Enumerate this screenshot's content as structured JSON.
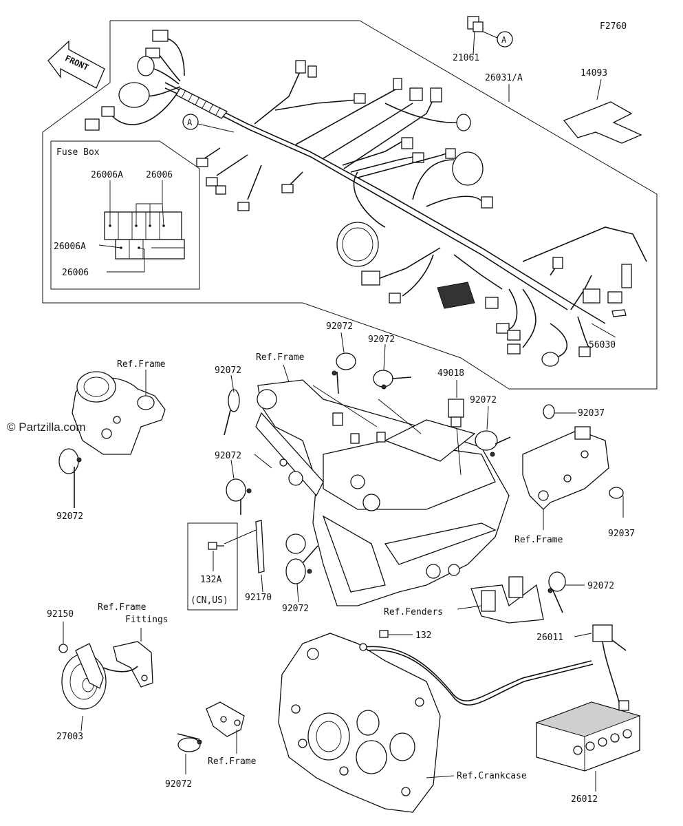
{
  "figure_code": "F2760",
  "watermark": "© Partzilla.com",
  "front_arrow": "FRONT",
  "fuse_box": {
    "title": "Fuse Box",
    "labels": [
      "26006A",
      "26006",
      "26006A",
      "26006"
    ]
  },
  "circle_marker": "A",
  "labels": {
    "p21061": "21061",
    "p26031": "26031/A",
    "p14093": "14093",
    "p56030": "56030",
    "p49018": "49018",
    "p92037a": "92037",
    "p92037b": "92037",
    "p92072_top1": "92072",
    "p92072_top2": "92072",
    "p92072_left1": "92072",
    "p92072_left2": "92072",
    "p92072_right": "92072",
    "p92072_frame_left": "92072",
    "p92072_mid": "92072",
    "p92072_fend": "92072",
    "p92072_bottom": "92072",
    "p132A": "132A",
    "cn_us": "(CN,US)",
    "p92170": "92170",
    "p92150": "92150",
    "p27003": "27003",
    "p132": "132",
    "p26011": "26011",
    "p26012": "26012",
    "ref_frame_1": "Ref.Frame",
    "ref_frame_2": "Ref.Frame",
    "ref_frame_3": "Ref.Frame",
    "ref_frame_4": "Ref.Frame",
    "ref_frame_fittings_1": "Ref.Frame",
    "ref_frame_fittings_2": "Fittings",
    "ref_fenders": "Ref.Fenders",
    "ref_crankcase": "Ref.Crankcase"
  }
}
